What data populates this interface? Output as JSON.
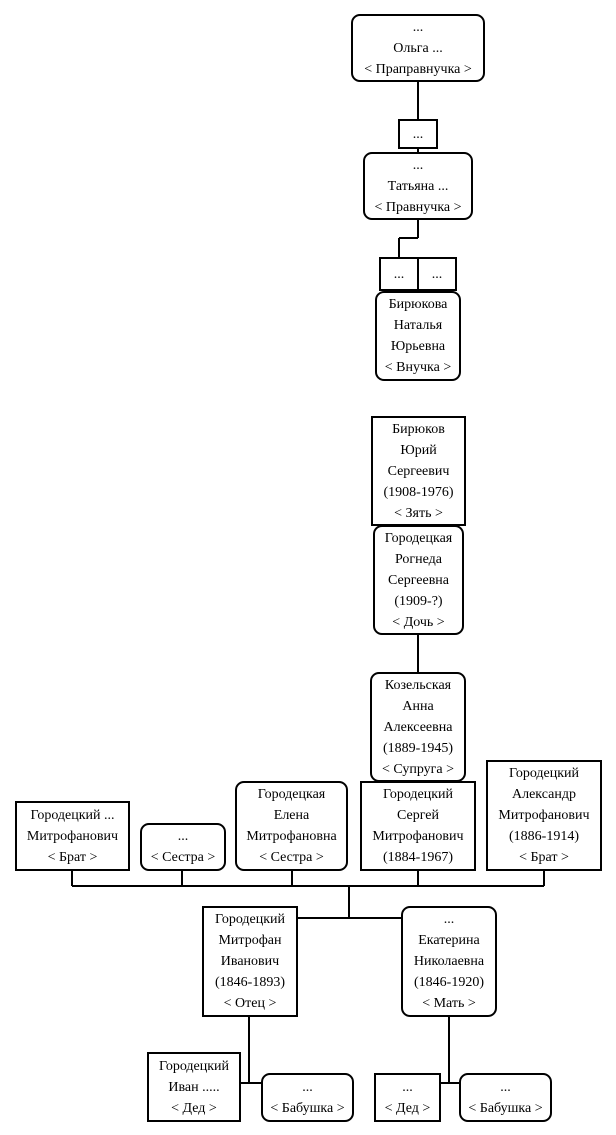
{
  "nodes": [
    {
      "id": "olga",
      "gender": "female",
      "lines": [
        "...",
        "Ольга ...",
        "< Праправнучка >"
      ]
    },
    {
      "id": "olga-father",
      "gender": "male",
      "lines": [
        "..."
      ]
    },
    {
      "id": "tatyana",
      "gender": "female",
      "lines": [
        "...",
        "Татьяна ...",
        "< Правнучка >"
      ]
    },
    {
      "id": "tatyana-father",
      "gender": "male",
      "lines": [
        "..."
      ]
    },
    {
      "id": "tatyana-mother",
      "gender": "male",
      "lines": [
        "..."
      ]
    },
    {
      "id": "natalya",
      "gender": "female",
      "lines": [
        "Бирюкова",
        "Наталья",
        "Юрьевна",
        "< Внучка >"
      ]
    },
    {
      "id": "yuriy",
      "gender": "male",
      "lines": [
        "Бирюков",
        "Юрий",
        "Сергеевич",
        "(1908-1976)",
        "< Зять >"
      ]
    },
    {
      "id": "rogneda",
      "gender": "female",
      "lines": [
        "Городецкая",
        "Рогнеда",
        "Сергеевна",
        "(1909-?)",
        "< Дочь >"
      ]
    },
    {
      "id": "anna",
      "gender": "female",
      "lines": [
        "Козельская",
        "Анна",
        "Алексеевна",
        "(1889-1945)",
        "< Супруга >"
      ]
    },
    {
      "id": "brother1",
      "gender": "male",
      "lines": [
        "Городецкий ...",
        "Митрофанович",
        "< Брат >"
      ]
    },
    {
      "id": "sister1",
      "gender": "female",
      "lines": [
        "...",
        "< Сестра >"
      ]
    },
    {
      "id": "elena",
      "gender": "female",
      "lines": [
        "Городецкая",
        "Елена",
        "Митрофановна",
        "< Сестра >"
      ]
    },
    {
      "id": "sergey",
      "gender": "male",
      "lines": [
        "Городецкий",
        "Сергей",
        "Митрофанович",
        "(1884-1967)"
      ]
    },
    {
      "id": "aleksandr",
      "gender": "male",
      "lines": [
        "Городецкий",
        "Александр",
        "Митрофанович",
        "(1886-1914)",
        "< Брат >"
      ]
    },
    {
      "id": "mitrofan",
      "gender": "male",
      "lines": [
        "Городецкий",
        "Митрофан",
        "Иванович",
        "(1846-1893)",
        "< Отец >"
      ]
    },
    {
      "id": "ekaterina",
      "gender": "female",
      "lines": [
        "...",
        "Екатерина",
        "Николаевна",
        "(1846-1920)",
        "< Мать >"
      ]
    },
    {
      "id": "ivan",
      "gender": "male",
      "lines": [
        "Городецкий",
        "Иван .....",
        "< Дед >"
      ]
    },
    {
      "id": "grandma1",
      "gender": "female",
      "lines": [
        "...",
        "< Бабушка >"
      ]
    },
    {
      "id": "grandpa2",
      "gender": "male",
      "lines": [
        "...",
        "< Дед >"
      ]
    },
    {
      "id": "grandma2",
      "gender": "female",
      "lines": [
        "...",
        "< Бабушка >"
      ]
    }
  ]
}
